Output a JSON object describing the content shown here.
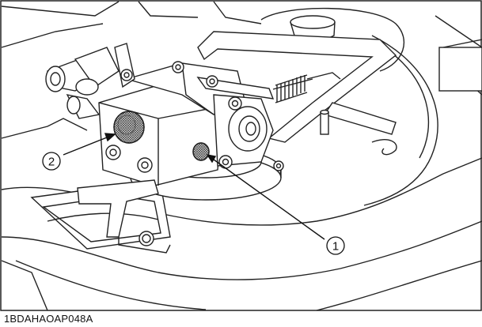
{
  "figure": {
    "code": "1BDAHAOAP048A",
    "callouts": [
      {
        "number": "2"
      },
      {
        "number": "1"
      }
    ]
  }
}
